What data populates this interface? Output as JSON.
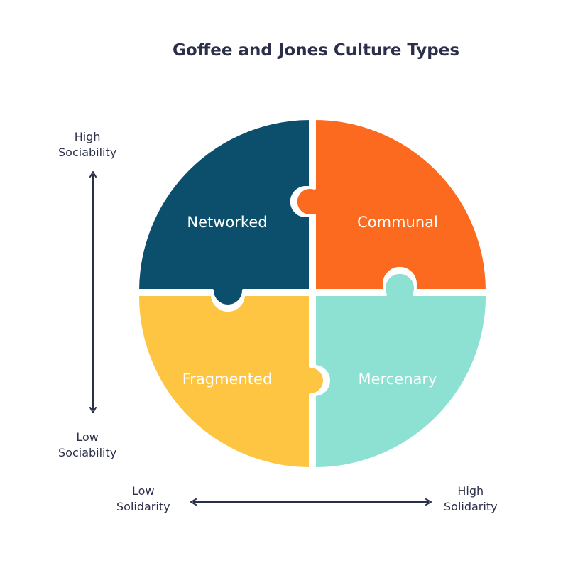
{
  "title": "Goffee and Jones Culture Types",
  "quadrants": {
    "top_left": {
      "label": "Networked",
      "color": "#0b4f6c"
    },
    "top_right": {
      "label": "Communal",
      "color": "#fb6a1e"
    },
    "bottom_left": {
      "label": "Fragmented",
      "color": "#fdc542"
    },
    "bottom_right": {
      "label": "Mercenary",
      "color": "#8de1d2"
    }
  },
  "axes": {
    "vertical": {
      "high": [
        "High",
        "Sociability"
      ],
      "low": [
        "Low",
        "Sociability"
      ]
    },
    "horizontal": {
      "low": [
        "Low",
        "Solidarity"
      ],
      "high": [
        "High",
        "Solidarity"
      ]
    },
    "arrow_color": "#2c2f4a"
  }
}
